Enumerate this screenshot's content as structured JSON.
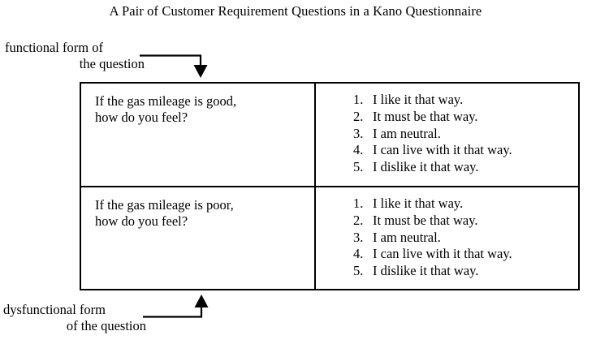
{
  "title": "A Pair of Customer Requirement Questions in a Kano Questionnaire",
  "labels": {
    "functional": {
      "line1": "functional form of",
      "line2": "the question"
    },
    "dysfunctional": {
      "line1": "dysfunctional form",
      "line2": "of the question"
    }
  },
  "table": {
    "rows": [
      {
        "question": {
          "line1": "If the gas mileage is good,",
          "line2": "how do you feel?"
        },
        "answers": [
          {
            "num": "1.",
            "text": "I like it that way."
          },
          {
            "num": "2.",
            "text": "It must be that way."
          },
          {
            "num": "3.",
            "text": "I am neutral."
          },
          {
            "num": "4.",
            "text": "I can live with it that way."
          },
          {
            "num": "5.",
            "text": "I dislike it that way."
          }
        ]
      },
      {
        "question": {
          "line1": "If the gas mileage is poor,",
          "line2": "how do you feel?"
        },
        "answers": [
          {
            "num": "1.",
            "text": "I like it that way."
          },
          {
            "num": "2.",
            "text": "It must be that way."
          },
          {
            "num": "3.",
            "text": "I am neutral."
          },
          {
            "num": "4.",
            "text": "I can live with it that way."
          },
          {
            "num": "5.",
            "text": "I dislike it that way."
          }
        ]
      }
    ]
  },
  "colors": {
    "ink": "#000000",
    "background": "#ffffff"
  }
}
